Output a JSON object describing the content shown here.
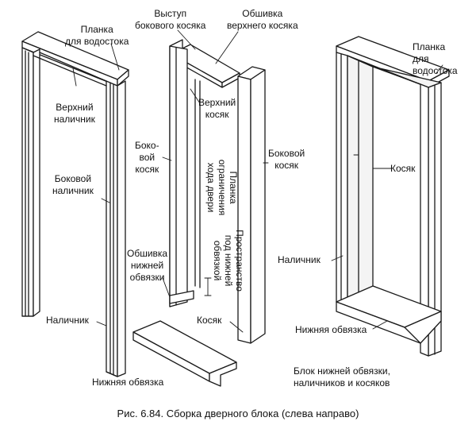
{
  "labels": {
    "left": {
      "drip_cap": "Планка\nдля водостока",
      "top_casing": "Верхний\nналичник",
      "side_casing": "Боковой\nналичник",
      "casing": "Наличник",
      "sill": "Нижняя обвязка"
    },
    "middle": {
      "side_jamb_ledge": "Выступ\nбокового косяка",
      "head_jamb_lining": "Обшивка\nверхнего косяка",
      "head_jamb": "Верхний\nкосяк",
      "side_jamb": "Боко-\nвой\nкосяк",
      "door_stop": "Планка\nограничения\nхода двери",
      "space_under_sill": "Пространство\nпод нижней\nобвязкой",
      "sill_lining": "Обшивка\nнижней\nобвязки",
      "jamb": "Косяк"
    },
    "right": {
      "drip_cap": "Планка\nдля\nводостока",
      "side_jamb": "Боковой\nкосяк",
      "jamb": "Косяк",
      "casing": "Наличник",
      "sill": "Нижняя обвязка",
      "assembly": "Блок нижней обвязки,\nналичников и косяков"
    }
  },
  "caption": "Рис. 6.84. Сборка дверного блока (слева направо)"
}
